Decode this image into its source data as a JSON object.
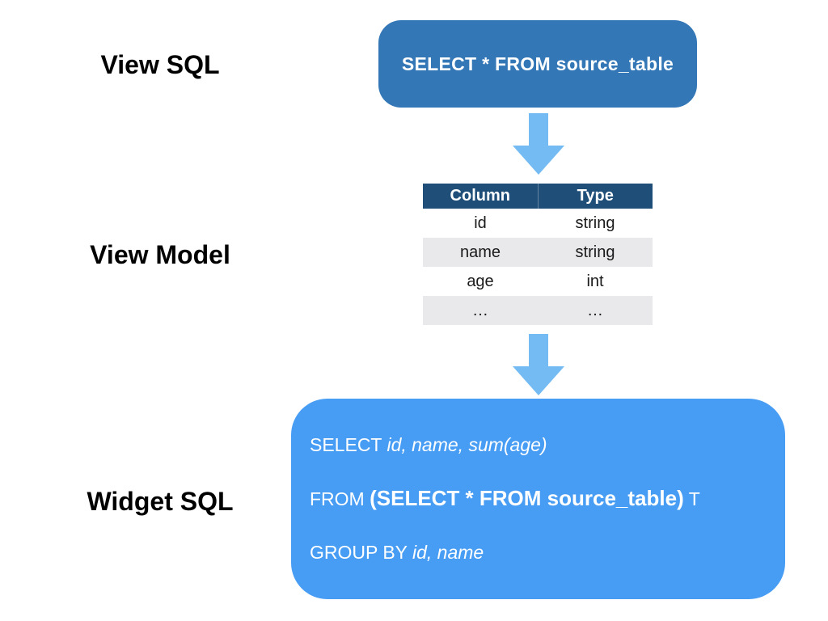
{
  "labels": {
    "view_sql": "View SQL",
    "view_model": "View Model",
    "widget_sql": "Widget SQL"
  },
  "view_sql_box": {
    "text": "SELECT * FROM source_table"
  },
  "view_model_table": {
    "headers": [
      "Column",
      "Type"
    ],
    "rows": [
      [
        "id",
        "string"
      ],
      [
        "name",
        "string"
      ],
      [
        "age",
        "int"
      ],
      [
        "…",
        "…"
      ]
    ]
  },
  "widget_sql_box": {
    "line1": {
      "keyword": "SELECT ",
      "italic": "id, name, sum(age)"
    },
    "line2": {
      "keyword": "FROM ",
      "bold": "(SELECT * FROM source_table)",
      "tail": " T"
    },
    "line3": {
      "keyword": "GROUP BY ",
      "italic": "id, name"
    }
  },
  "icons": {
    "arrow_1": "down-arrow",
    "arrow_2": "down-arrow"
  },
  "colors": {
    "view_sql_box_fill": "#3377B7",
    "table_header_fill": "#1F4E79",
    "table_alt_row_fill": "#E9E9EB",
    "arrow_fill": "#74BBF4",
    "widget_sql_box_fill": "#479CF4",
    "box_text": "#FFFFFF",
    "label_text": "#000000"
  }
}
